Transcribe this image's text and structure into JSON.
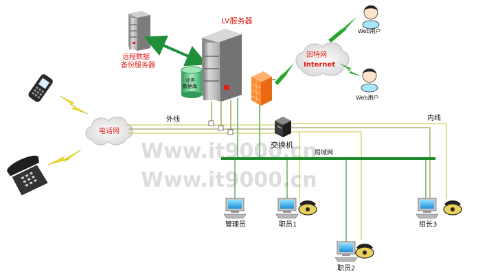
{
  "diagram": {
    "lv_server_label": "LV服务器",
    "backup_server_label_1": "远程数据",
    "backup_server_label_2": "备份服务器",
    "database_label_1": "业务",
    "database_label_2": "数据库",
    "internet_cn_label": "因特网",
    "internet_en_label": "Internet",
    "phone_network_label": "电话网",
    "outside_line_label": "外线",
    "inside_line_label": "内线",
    "switch_label": "交换机",
    "lan_label": "局域网",
    "web_users": [
      "Web用户",
      "Web用户"
    ],
    "workstations": {
      "admin": "管理员",
      "staff1": "职员1",
      "staff2": "职员2",
      "leader3": "组长3"
    },
    "watermark": "Www.it9000.cn"
  },
  "colors": {
    "lan_green": "#1a8a2a",
    "arrow_green": "#1f8f3a",
    "label_red": "#e0201a",
    "line_green": "#2f8a2f",
    "line_yellow": "#c8c23a",
    "line_olive": "#8a8a3a",
    "firewall_orange": "#ff7a20",
    "lightning_green": "#2aa52a",
    "lightning_yellow": "#f2e21a",
    "cloud_fill": "#f2f2f2"
  }
}
